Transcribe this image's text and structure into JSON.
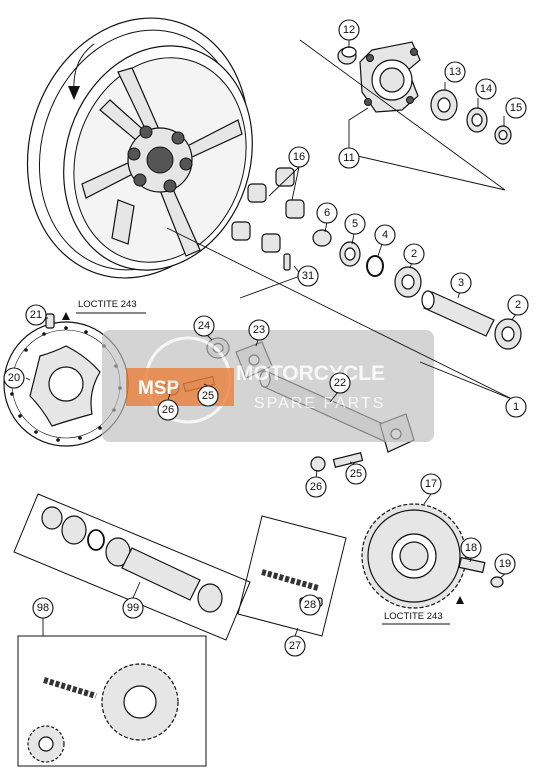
{
  "watermark": {
    "logo": "MSP",
    "line1": "MOTORCYCLE",
    "line2": "SPARE PARTS",
    "accent": "#e8742c",
    "band": "#bdbdbd"
  },
  "loctite_notes": [
    "LOCTITE 243",
    "LOCTITE 243"
  ],
  "callouts": [
    {
      "id": "c12",
      "label": "12"
    },
    {
      "id": "c13",
      "label": "13"
    },
    {
      "id": "c14",
      "label": "14"
    },
    {
      "id": "c15",
      "label": "15"
    },
    {
      "id": "c11",
      "label": "11"
    },
    {
      "id": "c16",
      "label": "16"
    },
    {
      "id": "c6",
      "label": "6"
    },
    {
      "id": "c5",
      "label": "5"
    },
    {
      "id": "c4",
      "label": "4"
    },
    {
      "id": "c2a",
      "label": "2"
    },
    {
      "id": "c3",
      "label": "3"
    },
    {
      "id": "c2b",
      "label": "2"
    },
    {
      "id": "c31",
      "label": "31"
    },
    {
      "id": "c21",
      "label": "21"
    },
    {
      "id": "c20",
      "label": "20"
    },
    {
      "id": "c24",
      "label": "24"
    },
    {
      "id": "c23",
      "label": "23"
    },
    {
      "id": "c22",
      "label": "22"
    },
    {
      "id": "c1",
      "label": "1"
    },
    {
      "id": "c26a",
      "label": "26"
    },
    {
      "id": "c25a",
      "label": "25"
    },
    {
      "id": "c26b",
      "label": "26"
    },
    {
      "id": "c25b",
      "label": "25"
    },
    {
      "id": "c17",
      "label": "17"
    },
    {
      "id": "c18",
      "label": "18"
    },
    {
      "id": "c19",
      "label": "19"
    },
    {
      "id": "c98",
      "label": "98"
    },
    {
      "id": "c99",
      "label": "99"
    },
    {
      "id": "c28",
      "label": "28"
    },
    {
      "id": "c27",
      "label": "27"
    }
  ]
}
